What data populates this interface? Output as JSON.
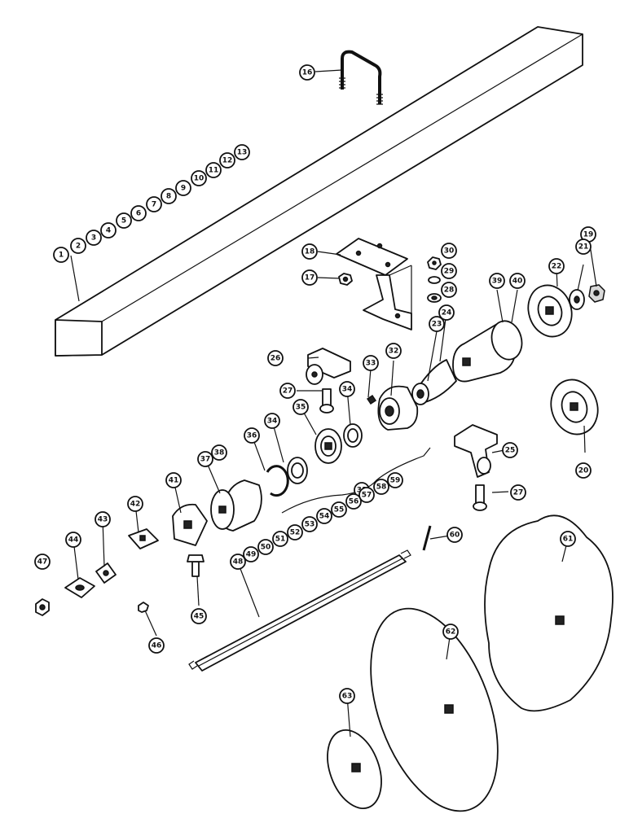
{
  "callouts": [
    {
      "id": "1",
      "label": "1"
    },
    {
      "id": "2",
      "label": "2"
    },
    {
      "id": "3",
      "label": "3"
    },
    {
      "id": "4",
      "label": "4"
    },
    {
      "id": "5",
      "label": "5"
    },
    {
      "id": "6",
      "label": "6"
    },
    {
      "id": "7",
      "label": "7"
    },
    {
      "id": "8",
      "label": "8"
    },
    {
      "id": "9",
      "label": "9"
    },
    {
      "id": "10",
      "label": "10"
    },
    {
      "id": "11",
      "label": "11"
    },
    {
      "id": "12",
      "label": "12"
    },
    {
      "id": "13",
      "label": "13"
    },
    {
      "id": "16",
      "label": "16"
    },
    {
      "id": "17",
      "label": "17"
    },
    {
      "id": "18",
      "label": "18"
    },
    {
      "id": "19",
      "label": "19"
    },
    {
      "id": "20",
      "label": "20"
    },
    {
      "id": "21",
      "label": "21"
    },
    {
      "id": "22",
      "label": "22"
    },
    {
      "id": "23",
      "label": "23"
    },
    {
      "id": "24",
      "label": "24"
    },
    {
      "id": "25",
      "label": "25"
    },
    {
      "id": "26",
      "label": "26"
    },
    {
      "id": "27a",
      "label": "27"
    },
    {
      "id": "27b",
      "label": "27"
    },
    {
      "id": "28",
      "label": "28"
    },
    {
      "id": "29",
      "label": "29"
    },
    {
      "id": "30",
      "label": "30"
    },
    {
      "id": "31",
      "label": "31"
    },
    {
      "id": "32",
      "label": "32"
    },
    {
      "id": "33",
      "label": "33"
    },
    {
      "id": "34a",
      "label": "34"
    },
    {
      "id": "34b",
      "label": "34"
    },
    {
      "id": "35",
      "label": "35"
    },
    {
      "id": "36",
      "label": "36"
    },
    {
      "id": "37",
      "label": "37"
    },
    {
      "id": "38",
      "label": "38"
    },
    {
      "id": "39",
      "label": "39"
    },
    {
      "id": "40",
      "label": "40"
    },
    {
      "id": "41",
      "label": "41"
    },
    {
      "id": "42",
      "label": "42"
    },
    {
      "id": "43",
      "label": "43"
    },
    {
      "id": "44",
      "label": "44"
    },
    {
      "id": "45",
      "label": "45"
    },
    {
      "id": "46",
      "label": "46"
    },
    {
      "id": "47",
      "label": "47"
    },
    {
      "id": "48",
      "label": "48"
    },
    {
      "id": "49",
      "label": "49"
    },
    {
      "id": "50",
      "label": "50"
    },
    {
      "id": "51",
      "label": "51"
    },
    {
      "id": "52",
      "label": "52"
    },
    {
      "id": "53",
      "label": "53"
    },
    {
      "id": "54",
      "label": "54"
    },
    {
      "id": "55",
      "label": "55"
    },
    {
      "id": "56",
      "label": "56"
    },
    {
      "id": "57",
      "label": "57"
    },
    {
      "id": "58",
      "label": "58"
    },
    {
      "id": "59",
      "label": "59"
    },
    {
      "id": "60",
      "label": "60"
    },
    {
      "id": "61",
      "label": "61"
    },
    {
      "id": "62",
      "label": "62"
    },
    {
      "id": "63",
      "label": "63"
    }
  ]
}
